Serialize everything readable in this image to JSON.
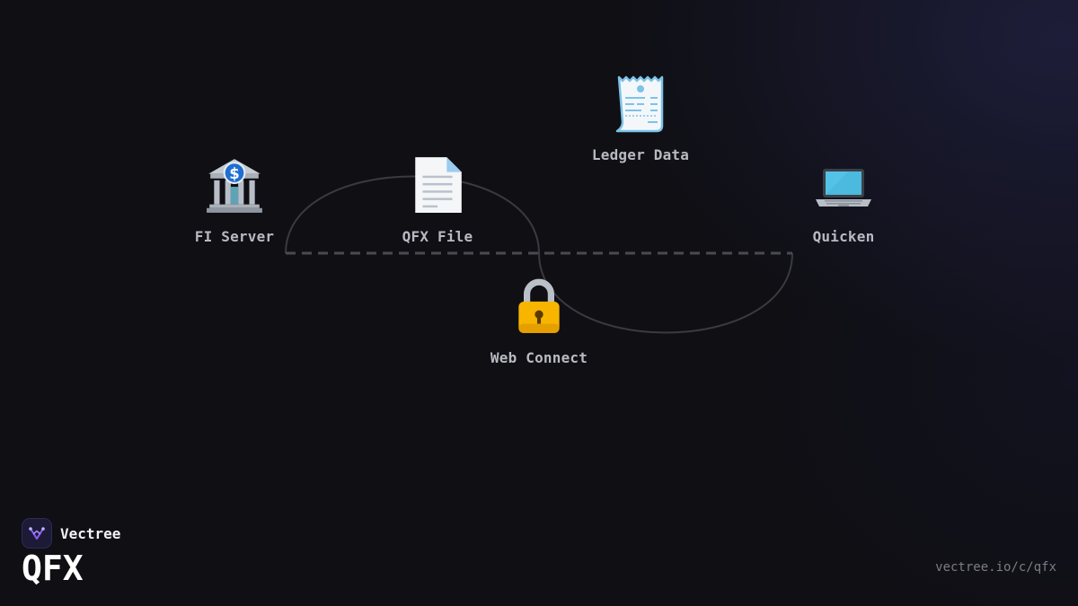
{
  "brand": {
    "name": "Vectree",
    "logo_icon": "vectree-logo-icon",
    "accent": "#8b5cf6"
  },
  "title": "QFX",
  "url": "vectree.io/c/qfx",
  "nodes": [
    {
      "id": "fi-server",
      "label": "FI Server",
      "icon": "bank-icon"
    },
    {
      "id": "qfx-file",
      "label": "QFX File",
      "icon": "document-icon"
    },
    {
      "id": "ledger-data",
      "label": "Ledger Data",
      "icon": "receipt-icon"
    },
    {
      "id": "quicken",
      "label": "Quicken",
      "icon": "laptop-icon"
    },
    {
      "id": "web-connect",
      "label": "Web Connect",
      "icon": "lock-icon"
    }
  ],
  "colors": {
    "background": "#0f0f14",
    "label": "#b9b9c2",
    "connector": "#3a3a40"
  }
}
